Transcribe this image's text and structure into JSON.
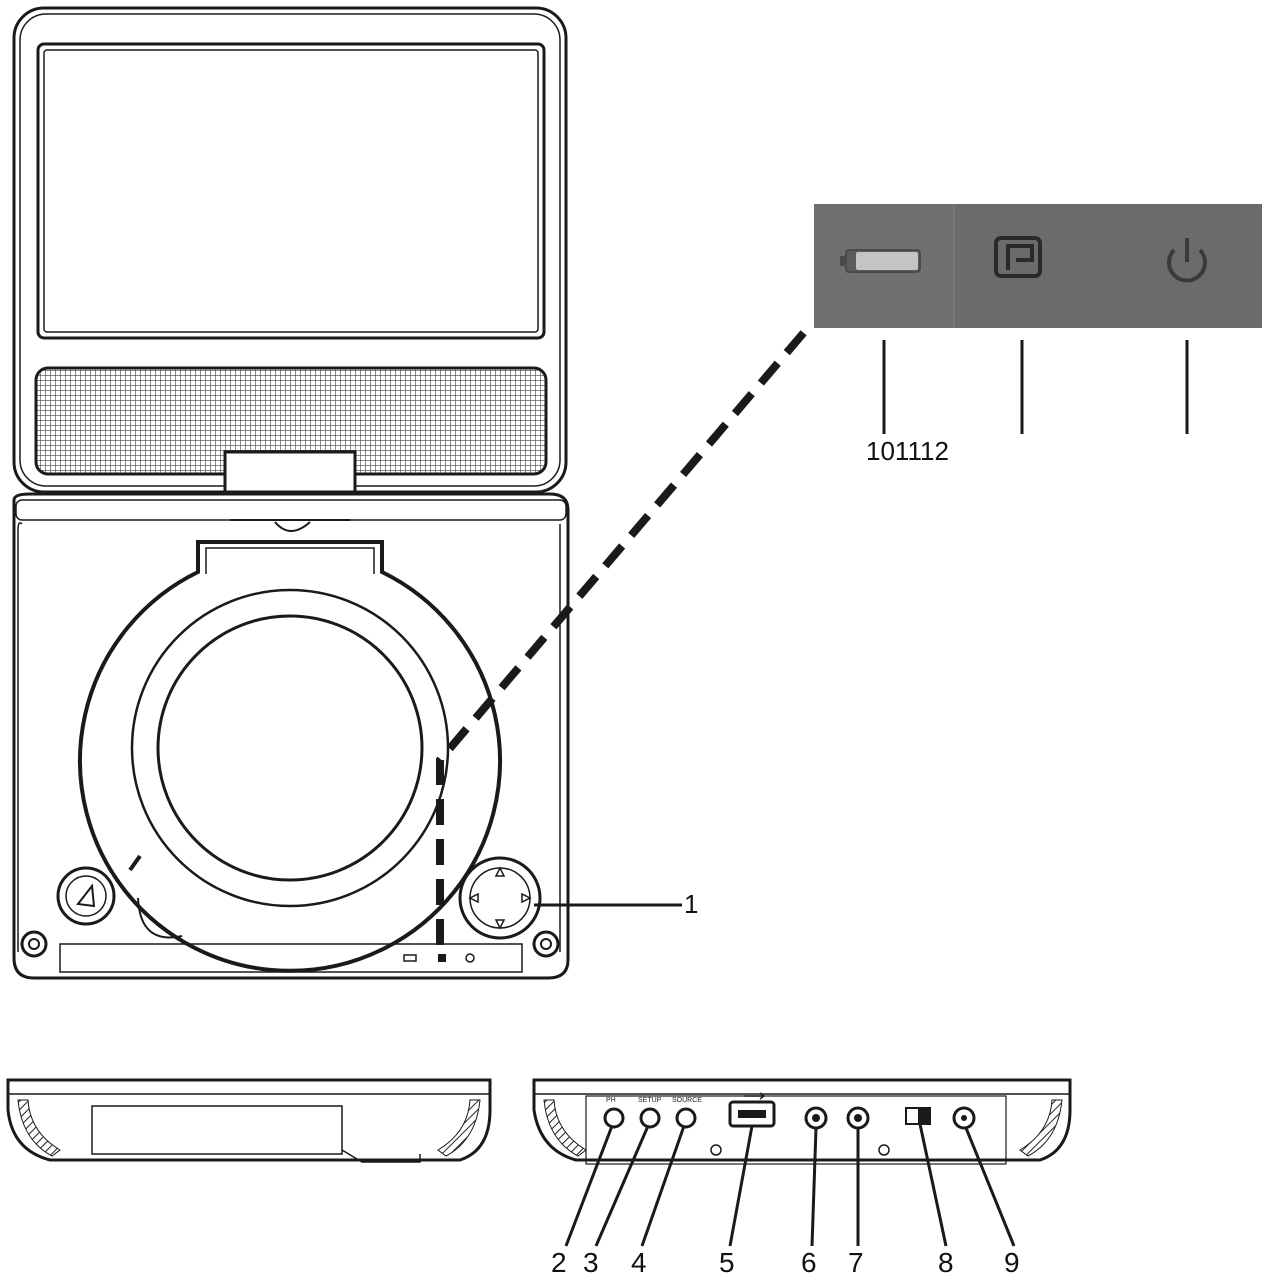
{
  "callouts": {
    "panel_label_top": "101112",
    "nav_pad": "1",
    "port_2": "2",
    "port_3": "3",
    "port_4": "4",
    "port_5": "5",
    "port_6": "6",
    "port_7": "7",
    "port_8": "8",
    "port_9": "9"
  },
  "panel_icons": [
    "battery-icon",
    "display-mode-icon",
    "power-icon"
  ],
  "colors": {
    "line": "#1a1a1a",
    "panel": "#6b6b6b"
  }
}
